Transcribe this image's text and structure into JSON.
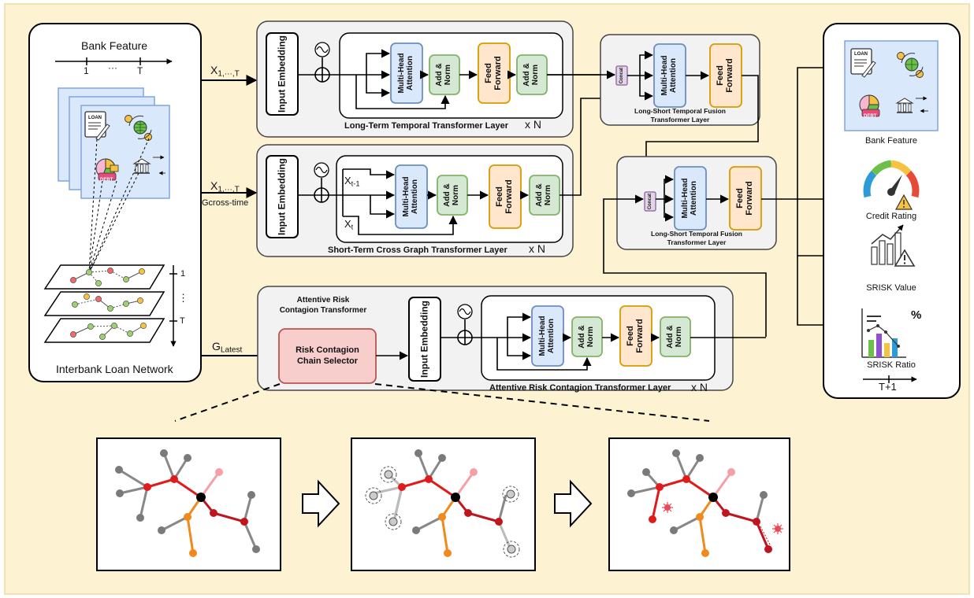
{
  "left_panel": {
    "bank_feature_title": "Bank Feature",
    "timeline_start": "1",
    "timeline_dots": "···",
    "timeline_end": "T",
    "network_title": "Interbank Loan Network",
    "layer_label_1": "1",
    "layer_label_dots": "⋮",
    "layer_label_T": "T",
    "loan_tag": "LOAN",
    "debt_tag": "DEBT"
  },
  "inputs": {
    "x_long_main": "X",
    "x_long_sub": "1,···,T",
    "x_short_main": "X",
    "x_short_sub": "1,···,T",
    "g_cross": "Gcross-time",
    "g_latest_main": "G",
    "g_latest_sub": "Latest",
    "x_t1_main": "X",
    "x_t1_sub": "t-1",
    "x_t_main": "X",
    "x_t_sub": "t"
  },
  "blocks": {
    "input_embedding": "Input Embedding",
    "mha_line1": "Multi-Head",
    "mha_line2": "Attention",
    "addnorm_line1": "Add &",
    "addnorm_line2": "Norm",
    "ff_line1": "Feed",
    "ff_line2": "Forward",
    "concat": "Concat",
    "times_n": "x N"
  },
  "layers": {
    "long_term": "Long-Term Temporal Transformer Layer",
    "short_term": "Short-Term Cross Graph Transformer Layer",
    "fusion_line1": "Long-Short Temporal Fusion",
    "fusion_line2": "Transformer Layer",
    "attentive_title_line1": "Attentive Risk",
    "attentive_title_line2": "Contagion Transformer",
    "selector_line1": "Risk Contagion",
    "selector_line2": "Chain Selector",
    "attentive_layer": "Attentive Risk Contagion Transformer Layer"
  },
  "outputs": {
    "bank_feature": "Bank Feature",
    "credit_rating": "Credit Rating",
    "srisk_value": "SRISK Value",
    "srisk_ratio": "SRISK Ratio",
    "time_label": "T+1"
  },
  "colors": {
    "background": "#fdf3d3",
    "background_border": "#ecdca0",
    "attention": "#dae8fc",
    "attention_border": "#6c8ebf",
    "add_norm": "#d5e8d4",
    "add_norm_border": "#82b366",
    "feed_forward": "#ffe6cc",
    "feed_forward_border": "#d79b00",
    "concat": "#e1d5e7",
    "concat_border": "#9673a6",
    "selector": "#f8cecc",
    "selector_border": "#b85450",
    "layer_fill": "#f2f2f2",
    "feature_card": "#dae8fc",
    "node_red": "#e02020",
    "node_orange": "#f08a1c",
    "node_gray": "#7a7a7a",
    "node_pink": "#f4a0a6",
    "node_dark_red": "#b0102a"
  },
  "icons": [
    "loan-document-icon",
    "currency-exchange-icon",
    "debt-pie-chart-icon",
    "bank-transfer-icon",
    "credit-gauge-icon",
    "srisk-value-chart-icon",
    "srisk-ratio-chart-icon",
    "virus-icon",
    "sine-wave-icon",
    "add-circle-icon"
  ]
}
